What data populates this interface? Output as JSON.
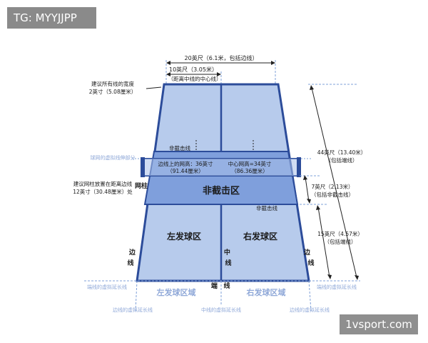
{
  "watermark": "TG: MYYJJPP",
  "logo": "1vsport.com",
  "top": {
    "width_20ft": "20英尺（6.1米，包括边线）",
    "width_10ft": "10英尺（3.05米）",
    "width_10ft_note": "（距离中线的中心线）"
  },
  "left": {
    "line_width_1": "建议所有线的宽度",
    "line_width_2": "2英寸（5.08厘米）",
    "net_extension": "球网的虚拟线伸部分",
    "net_post": "网柱",
    "post_distance_1": "建议网柱放置在距离边线",
    "post_distance_2": "12英寸（30.48厘米）处"
  },
  "right": {
    "length_44_1": "44英尺（13.40米）",
    "length_44_2": "（包括端线）",
    "nvz_7_1": "7英尺（2.13米）",
    "nvz_7_2": "（包括非截击线）",
    "service_15_1": "15英尺（4.57米）",
    "service_15_2": "（包括端线）"
  },
  "court": {
    "nvz_line_top": "非截击线",
    "net_height_side_1": "边线上的网高：36英寸",
    "net_height_side_2": "（91.44厘米）",
    "net_height_center_1": "中心网高=34英寸",
    "net_height_center_2": "（86.36厘米）",
    "nvz_zone": "非截击区",
    "nvz_line_bottom": "非截击线",
    "left_service": "左发球区",
    "right_service": "右发球区",
    "sideline": "边线",
    "centerline": "中线",
    "baseline": "端线"
  },
  "bottom": {
    "baseline_extension_left": "端线的虚拟延长线",
    "baseline_extension_right": "端线的虚拟延长线",
    "left_service_area": "左发球区域",
    "right_service_area": "右发球区域",
    "sideline_extension_left": "边线的虚拟延长线",
    "centerline_extension": "中线的虚拟延长线",
    "sideline_extension_right": "边线的虚拟延长线"
  },
  "colors": {
    "court_fill": "#b7cbec",
    "nvz_fill": "#7f9fdc",
    "court_line": "#2c4c9a",
    "dashed_line": "#7fa0d8",
    "faded_text": "#8fa8d8"
  }
}
